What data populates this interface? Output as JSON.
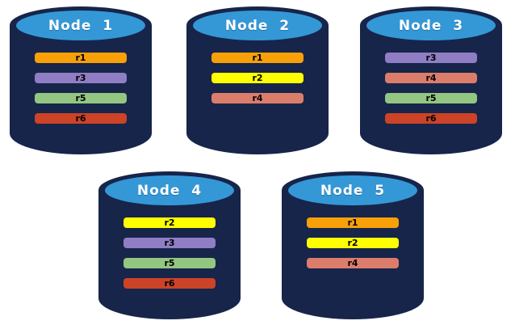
{
  "diagram": {
    "background_color": "#FFFFFF",
    "cylinder_body_color": "#17254A",
    "cylinder_face_color": "#3498D7",
    "replica_colors": {
      "r1": "#F8A008",
      "r2": "#FFFF00",
      "r3": "#8F7EC4",
      "r4": "#DC7D6B",
      "r5": "#93C681",
      "r6": "#CC4327"
    },
    "nodes": [
      {
        "label": "Node  1",
        "bars": [
          {
            "label": "r1",
            "color": "#F8A008"
          },
          {
            "label": "r3",
            "color": "#8F7EC4"
          },
          {
            "label": "r5",
            "color": "#93C681"
          },
          {
            "label": "r6",
            "color": "#CC4327"
          }
        ]
      },
      {
        "label": "Node  2",
        "bars": [
          {
            "label": "r1",
            "color": "#F8A008"
          },
          {
            "label": "r2",
            "color": "#FFFF00"
          },
          {
            "label": "r4",
            "color": "#DC7D6B"
          }
        ]
      },
      {
        "label": "Node  3",
        "bars": [
          {
            "label": "r3",
            "color": "#8F7EC4"
          },
          {
            "label": "r4",
            "color": "#DC7D6B"
          },
          {
            "label": "r5",
            "color": "#93C681"
          },
          {
            "label": "r6",
            "color": "#CC4327"
          }
        ]
      },
      {
        "label": "Node  4",
        "bars": [
          {
            "label": "r2",
            "color": "#FFFF00"
          },
          {
            "label": "r3",
            "color": "#8F7EC4"
          },
          {
            "label": "r5",
            "color": "#93C681"
          },
          {
            "label": "r6",
            "color": "#CC4327"
          }
        ]
      },
      {
        "label": "Node  5",
        "bars": [
          {
            "label": "r1",
            "color": "#F8A008"
          },
          {
            "label": "r2",
            "color": "#FFFF00"
          },
          {
            "label": "r4",
            "color": "#DC7D6B"
          }
        ]
      }
    ]
  }
}
